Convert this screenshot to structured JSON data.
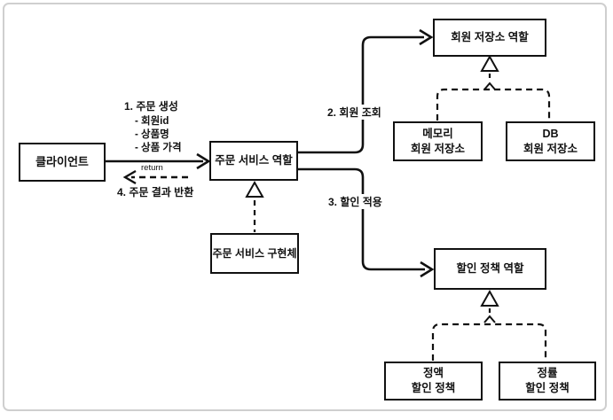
{
  "diagram": {
    "title_hint": "order-service role/implementation architecture diagram",
    "colors": {
      "line": "#111111",
      "node_bg": "#ffffff",
      "frame": "#cfcfcf"
    },
    "nodes": {
      "client": {
        "label": "클라이언트"
      },
      "order_service_role": {
        "label": "주문 서비스 역할"
      },
      "order_service_impl": {
        "label": "주문 서비스 구현체"
      },
      "member_repo_role": {
        "label": "회원 저장소 역할"
      },
      "memory_member_repo": {
        "label": "메모리\n회원 저장소"
      },
      "db_member_repo": {
        "label": "DB\n회원 저장소"
      },
      "discount_policy_role": {
        "label": "할인 정책 역할"
      },
      "fixed_discount_policy": {
        "label": "정액\n할인 정책"
      },
      "rate_discount_policy": {
        "label": "정률\n할인 정책"
      }
    },
    "edge_labels": {
      "create_order_title": "1. 주문 생성",
      "create_order_params": [
        "- 회원id",
        "- 상품명",
        "- 상품 가격"
      ],
      "return_text": "return",
      "order_result": "4. 주문 결과 반환",
      "member_lookup": "2. 회원 조회",
      "apply_discount": "3. 할인 적용"
    }
  }
}
